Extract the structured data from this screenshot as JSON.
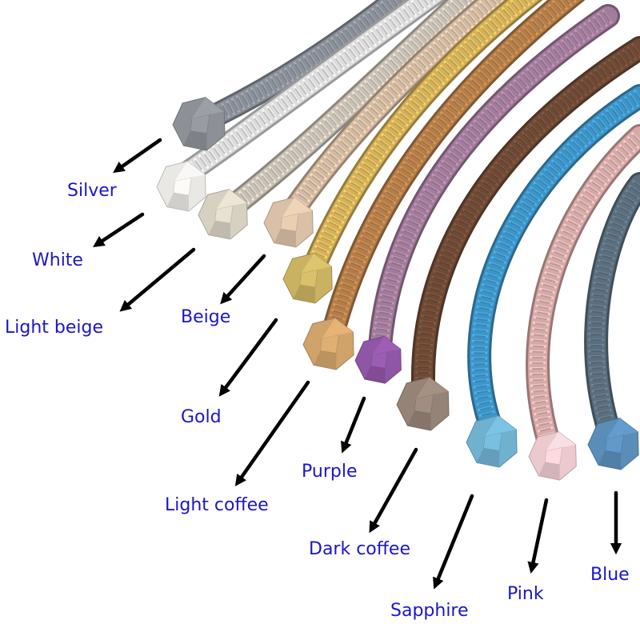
{
  "label_color": "#1b16c8",
  "arrow_color": "#000000",
  "swatches": [
    {
      "label": "Silver",
      "cord_color": "#8a9099",
      "bead_color": "#8d9096"
    },
    {
      "label": "White",
      "cord_color": "#dcdcdc",
      "bead_color": "#e9e8e4"
    },
    {
      "label": "Light beige",
      "cord_color": "#c8c0b4",
      "bead_color": "#d7d1c2"
    },
    {
      "label": "Beige",
      "cord_color": "#d3b9a1",
      "bead_color": "#d9c0a6"
    },
    {
      "label": "Gold",
      "cord_color": "#d4b15a",
      "bead_color": "#c9b262"
    },
    {
      "label": "Light coffee",
      "cord_color": "#b47e4a",
      "bead_color": "#cfa36a"
    },
    {
      "label": "Purple",
      "cord_color": "#a27c9b",
      "bead_color": "#8f56a5"
    },
    {
      "label": "Dark coffee",
      "cord_color": "#6e4a36",
      "bead_color": "#958377"
    },
    {
      "label": "Sapphire",
      "cord_color": "#3f94c6",
      "bead_color": "#70b1cf"
    },
    {
      "label": "Pink",
      "cord_color": "#d6aaa8",
      "bead_color": "#ecc9cf"
    },
    {
      "label": "Blue",
      "cord_color": "#5b6f7e",
      "bead_color": "#5a8eb9"
    }
  ]
}
